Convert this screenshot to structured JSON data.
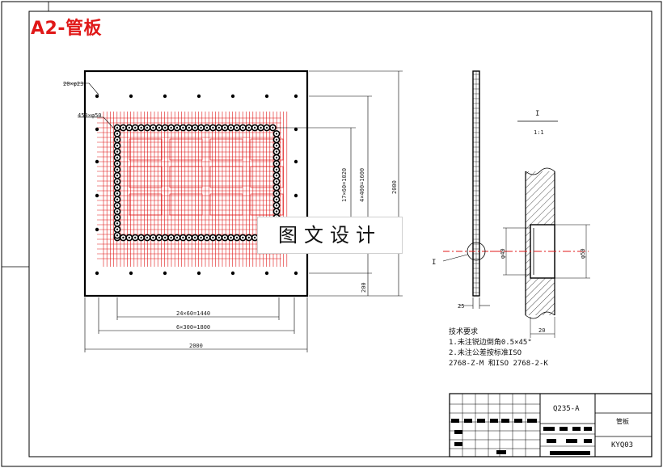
{
  "sheet": {
    "title": "A2-管板",
    "watermark": "图文设计"
  },
  "annotations": {
    "holes_small": "20×φ23",
    "holes_tube": "450×φ50",
    "dim_vertical_17": "17×60=1020",
    "dim_vertical_4": "4×400=1600",
    "dim_vertical_total": "2000",
    "dim_vertical_bottom": "200",
    "dim_h_24": "24×60=1440",
    "dim_h_6": "6×300=1800",
    "dim_h_total": "2000",
    "side_thickness": "25",
    "section_mark": "I",
    "detail_label": "I",
    "detail_scale": "1:1",
    "detail_d40": "φ40",
    "detail_d50": "φ50",
    "detail_len": "20"
  },
  "notes": {
    "heading": "技术要求",
    "line1": "1.未注锐边倒角0.5×45°",
    "line2": "2.未注公差按标准ISO",
    "line3": "2768-Z-M  和ISO 2768-2-K"
  },
  "title_block": {
    "material": "Q235-A",
    "part_name": "管板",
    "drawing_no": "KYQ03"
  }
}
